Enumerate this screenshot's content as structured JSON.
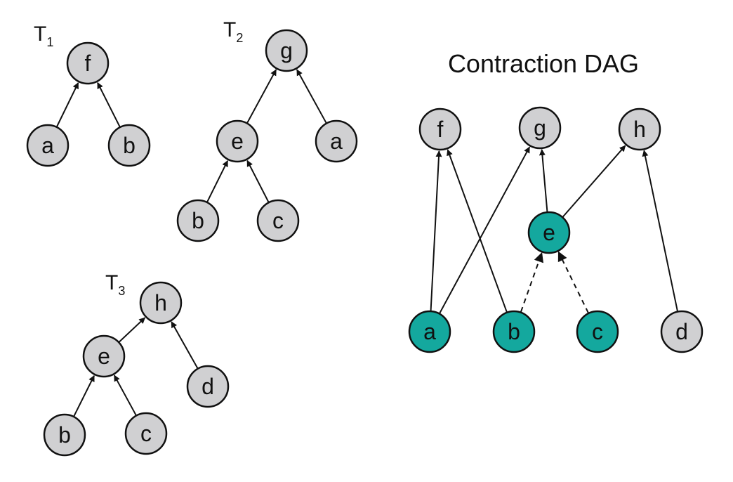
{
  "colors": {
    "node_fill": "#d0d0d2",
    "highlight_fill": "#14a89e",
    "stroke": "#111111"
  },
  "dag_title": "Contraction DAG",
  "trees": [
    {
      "label": "T",
      "sub": "1",
      "nodes": [
        {
          "id": "f",
          "label": "f"
        },
        {
          "id": "a",
          "label": "a"
        },
        {
          "id": "b",
          "label": "b"
        }
      ],
      "edges": [
        {
          "from": "a",
          "to": "f",
          "style": "solid"
        },
        {
          "from": "b",
          "to": "f",
          "style": "solid"
        }
      ]
    },
    {
      "label": "T",
      "sub": "2",
      "nodes": [
        {
          "id": "g",
          "label": "g"
        },
        {
          "id": "e",
          "label": "e"
        },
        {
          "id": "a",
          "label": "a"
        },
        {
          "id": "b",
          "label": "b"
        },
        {
          "id": "c",
          "label": "c"
        }
      ],
      "edges": [
        {
          "from": "e",
          "to": "g",
          "style": "solid"
        },
        {
          "from": "a",
          "to": "g",
          "style": "solid"
        },
        {
          "from": "b",
          "to": "e",
          "style": "solid"
        },
        {
          "from": "c",
          "to": "e",
          "style": "solid"
        }
      ]
    },
    {
      "label": "T",
      "sub": "3",
      "nodes": [
        {
          "id": "h",
          "label": "h"
        },
        {
          "id": "e",
          "label": "e"
        },
        {
          "id": "d",
          "label": "d"
        },
        {
          "id": "b",
          "label": "b"
        },
        {
          "id": "c",
          "label": "c"
        }
      ],
      "edges": [
        {
          "from": "e",
          "to": "h",
          "style": "solid"
        },
        {
          "from": "d",
          "to": "h",
          "style": "solid"
        },
        {
          "from": "b",
          "to": "e",
          "style": "solid"
        },
        {
          "from": "c",
          "to": "e",
          "style": "solid"
        }
      ]
    }
  ],
  "dag": {
    "nodes": [
      {
        "id": "f",
        "label": "f",
        "highlight": false
      },
      {
        "id": "g",
        "label": "g",
        "highlight": false
      },
      {
        "id": "h",
        "label": "h",
        "highlight": false
      },
      {
        "id": "e",
        "label": "e",
        "highlight": true
      },
      {
        "id": "a",
        "label": "a",
        "highlight": true
      },
      {
        "id": "b",
        "label": "b",
        "highlight": true
      },
      {
        "id": "c",
        "label": "c",
        "highlight": true
      },
      {
        "id": "d",
        "label": "d",
        "highlight": false
      }
    ],
    "edges": [
      {
        "from": "a",
        "to": "f",
        "style": "solid"
      },
      {
        "from": "a",
        "to": "g",
        "style": "solid"
      },
      {
        "from": "b",
        "to": "f",
        "style": "solid"
      },
      {
        "from": "b",
        "to": "e",
        "style": "dashed"
      },
      {
        "from": "c",
        "to": "e",
        "style": "dashed"
      },
      {
        "from": "e",
        "to": "g",
        "style": "solid"
      },
      {
        "from": "e",
        "to": "h",
        "style": "solid"
      },
      {
        "from": "d",
        "to": "h",
        "style": "solid"
      }
    ]
  }
}
